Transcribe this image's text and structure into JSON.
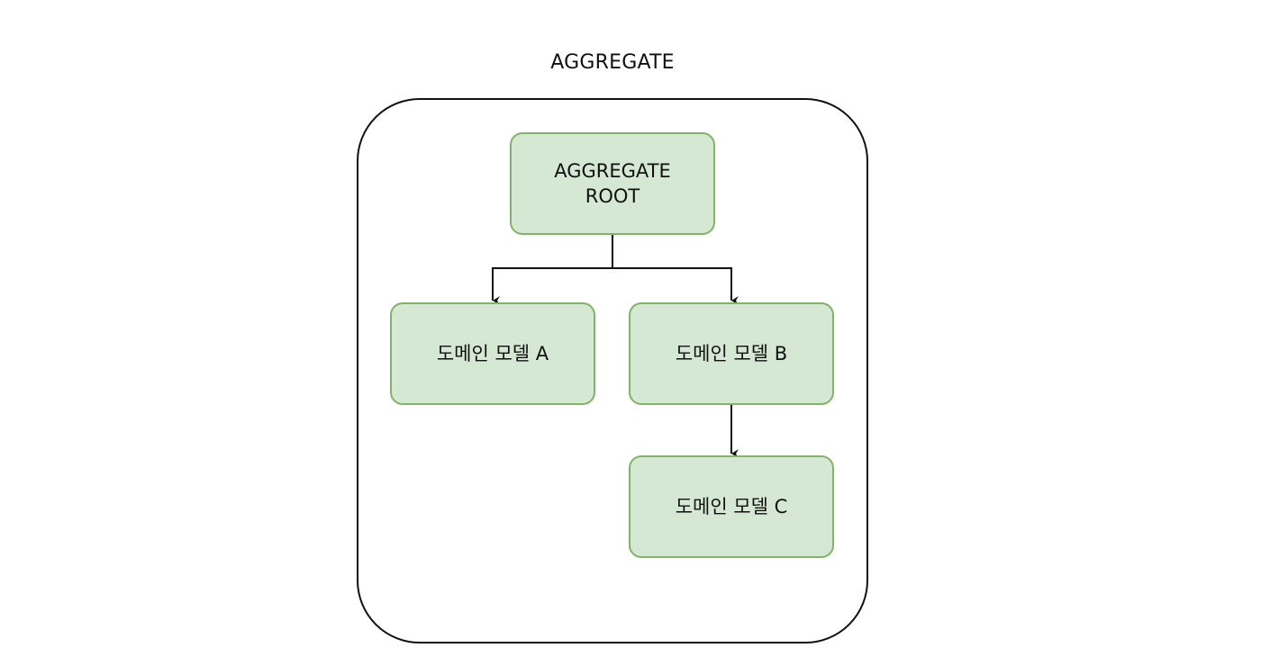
{
  "diagram": {
    "title": "AGGREGATE",
    "nodes": {
      "root": "AGGREGATE\nROOT",
      "a": "도메인 모델 A",
      "b": "도메인 모델 B",
      "c": "도메인 모델 C"
    },
    "colors": {
      "node_fill": "#d5e8d4",
      "node_border": "#82b366",
      "line": "#111111"
    }
  }
}
